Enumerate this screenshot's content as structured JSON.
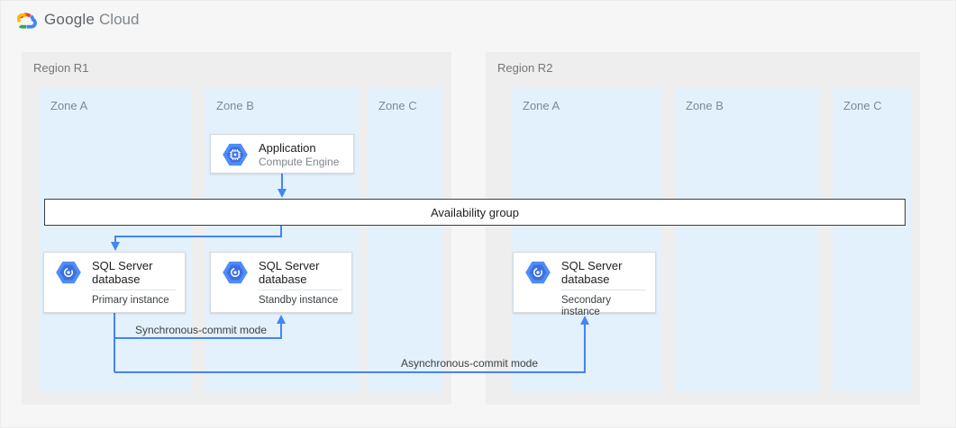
{
  "brand": {
    "google": "Google",
    "cloud": "Cloud"
  },
  "regions": [
    {
      "label": "Region R1",
      "zones": [
        {
          "label": "Zone A"
        },
        {
          "label": "Zone B"
        },
        {
          "label": "Zone C"
        }
      ]
    },
    {
      "label": "Region R2",
      "zones": [
        {
          "label": "Zone A"
        },
        {
          "label": "Zone B"
        },
        {
          "label": "Zone C"
        }
      ]
    }
  ],
  "availability_group": {
    "label": "Availability group"
  },
  "nodes": {
    "application": {
      "title": "Application",
      "subtitle": "Compute Engine",
      "icon": "compute-engine-icon"
    },
    "primary_db": {
      "title": "SQL Server database",
      "instance": "Primary instance",
      "icon": "sql-server-icon"
    },
    "standby_db": {
      "title": "SQL Server database",
      "instance": "Standby instance",
      "icon": "sql-server-icon"
    },
    "secondary_db": {
      "title": "SQL Server database",
      "instance": "Secondary instance",
      "icon": "sql-server-icon"
    }
  },
  "connections": {
    "sync": {
      "label": "Synchronous-commit mode"
    },
    "async": {
      "label": "Asynchronous-commit mode"
    }
  },
  "colors": {
    "connector_blue": "#4285f4",
    "zone_fill": "#e3f1fc",
    "region_fill": "#eeeeef",
    "page_bg": "#f6f6f6",
    "hex_outer": "#4e8df6",
    "hex_inner": "#3d6fe0"
  }
}
